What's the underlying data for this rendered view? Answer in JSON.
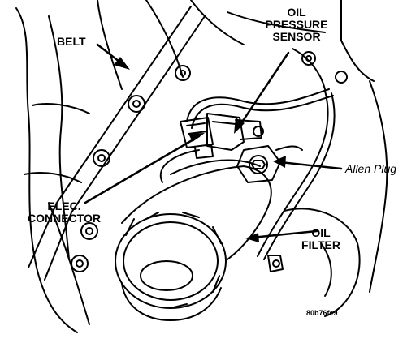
{
  "diagram": {
    "labels": {
      "belt": "BELT",
      "oil_pressure_sensor": [
        "OIL",
        "PRESSURE",
        "SENSOR"
      ],
      "allen_plug": "Allen Plug",
      "elec_connector": [
        "ELEC.",
        "CONNECTOR"
      ],
      "oil_filter": [
        "OIL",
        "FILTER"
      ],
      "figure_code": "80b76fe9"
    },
    "colors": {
      "line": "#000000",
      "background": "#ffffff"
    }
  }
}
